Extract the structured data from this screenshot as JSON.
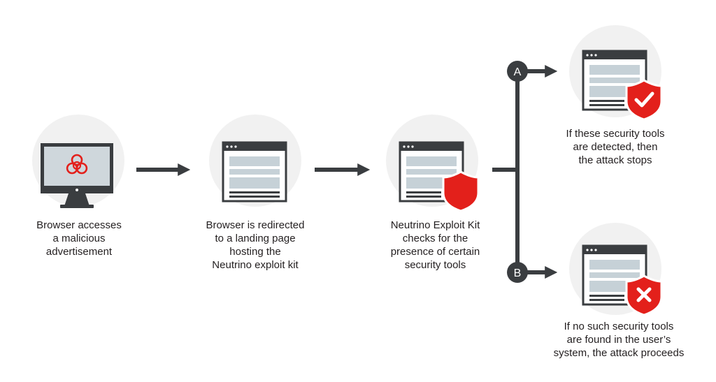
{
  "steps": {
    "browser": {
      "caption": [
        "Browser accesses",
        "a malicious",
        "advertisement"
      ]
    },
    "landing": {
      "caption": [
        "Browser is redirected",
        "to a landing page",
        "hosting the",
        "Neutrino exploit kit"
      ]
    },
    "check": {
      "caption": [
        "Neutrino Exploit Kit",
        "checks for the",
        "presence of certain",
        "security tools"
      ]
    }
  },
  "branches": {
    "a": {
      "label": "A",
      "caption": [
        "If these security tools",
        "are detected, then",
        "the attack stops"
      ]
    },
    "b": {
      "label": "B",
      "caption": [
        "If no such security tools",
        "are found in the user’s",
        "system, the attack proceeds"
      ]
    }
  },
  "icons": {
    "biohazard": "biohazard-icon",
    "shield": "shield-icon",
    "check": "checkmark-icon",
    "cross": "cross-icon"
  },
  "colors": {
    "dark": "#3a3d40",
    "circle_bg": "#f1f1f1",
    "screen": "#cfd7dc",
    "content": "#c6d1d7",
    "accent_red": "#e3201b",
    "text": "#231f20"
  }
}
